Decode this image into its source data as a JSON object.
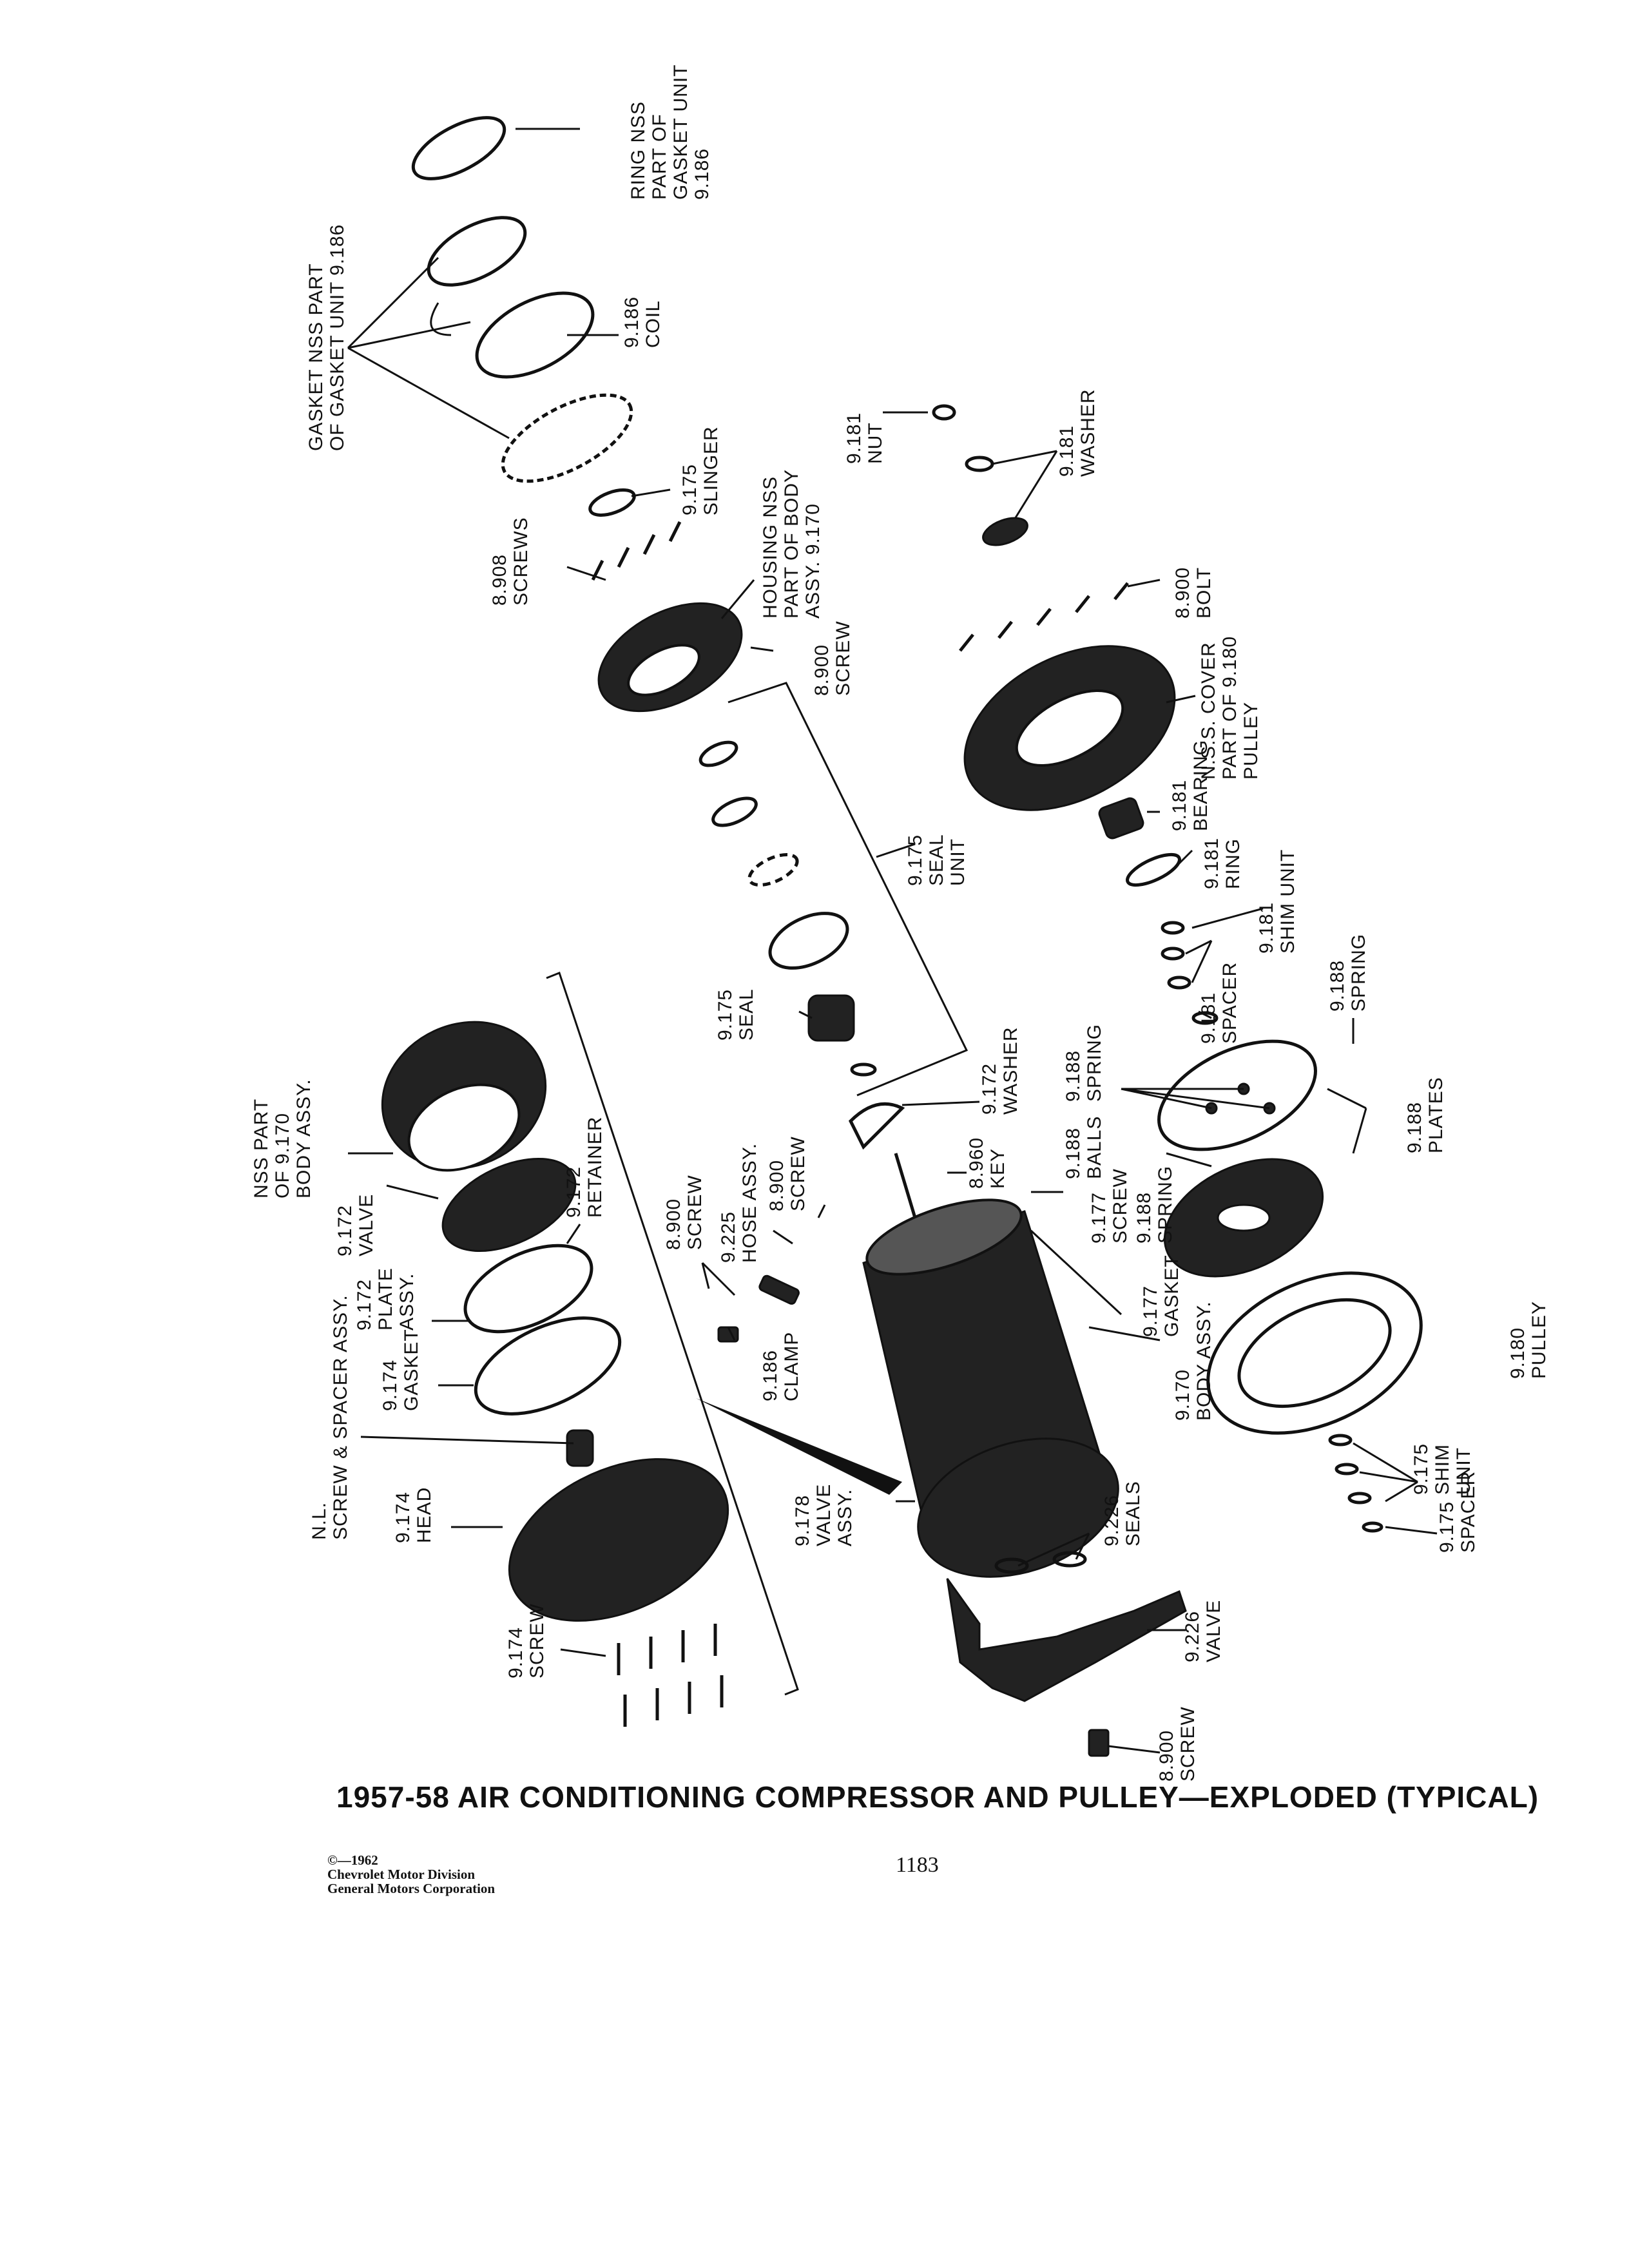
{
  "caption": "1957-58 AIR CONDITIONING COMPRESSOR AND PULLEY—EXPLODED (TYPICAL)",
  "page_number": "1183",
  "copyright": {
    "line1": "©—1962",
    "line2": "Chevrolet Motor Division",
    "line3": "General Motors Corporation"
  },
  "labels": {
    "ring_nss": [
      "RING NSS",
      "PART OF",
      "GASKET UNIT",
      "9.186"
    ],
    "gasket_nss": [
      "GASKET NSS PART",
      "OF GASKET UNIT 9.186"
    ],
    "coil": [
      "9.186",
      "COIL"
    ],
    "slinger": [
      "9.175",
      "SLINGER"
    ],
    "nut": [
      "9.181",
      "NUT"
    ],
    "washer_9181": [
      "9.181",
      "WASHER"
    ],
    "screws_8908": [
      "8.908",
      "SCREWS"
    ],
    "housing": [
      "HOUSING NSS",
      "PART OF BODY",
      "ASSY. 9.170"
    ],
    "bolt": [
      "8.900",
      "BOLT"
    ],
    "screw_8900_top": [
      "8.900",
      "SCREW"
    ],
    "cover": [
      "N.S.S. COVER",
      "PART OF 9.180",
      "PULLEY"
    ],
    "bearing": [
      "9.181",
      "BEARING"
    ],
    "seal_unit": [
      "9.175",
      "SEAL",
      "UNIT"
    ],
    "ring_9181": [
      "9.181",
      "RING"
    ],
    "shim_unit_9181": [
      "9.181",
      "SHIM UNIT"
    ],
    "spring_9188_r": [
      "9.188",
      "SPRING"
    ],
    "spacer_9181": [
      "9.181",
      "SPACER"
    ],
    "seal_9175": [
      "9.175",
      "SEAL"
    ],
    "washer_9172": [
      "9.172",
      "WASHER"
    ],
    "nss_body": [
      "NSS PART",
      "OF 9.170",
      "BODY ASSY."
    ],
    "spring_9188_m": [
      "9.188",
      "SPRING"
    ],
    "plates": [
      "9.188",
      "PLATES"
    ],
    "balls": [
      "9.188",
      "BALLS"
    ],
    "retainer": [
      "9.172",
      "RETAINER"
    ],
    "valve_9172": [
      "9.172",
      "VALVE"
    ],
    "screw_8900_a": [
      "8.900",
      "SCREW"
    ],
    "screw_8900_b": [
      "8.900",
      "SCREW"
    ],
    "key": [
      "8.960",
      "KEY"
    ],
    "hose": [
      "9.225",
      "HOSE ASSY."
    ],
    "screw_9177": [
      "9.177",
      "SCREW"
    ],
    "spring_9188_l": [
      "9.188",
      "SPRING"
    ],
    "plate_assy": [
      "9.172",
      "PLATE",
      "ASSY."
    ],
    "gasket_9177": [
      "9.177",
      "GASKET"
    ],
    "gasket_9174": [
      "9.174",
      "GASKET"
    ],
    "clamp": [
      "9.186",
      "CLAMP"
    ],
    "body_assy": [
      "9.170",
      "BODY ASSY."
    ],
    "pulley": [
      "9.180",
      "PULLEY"
    ],
    "screw_spacer": [
      "N.L.",
      "SCREW & SPACER ASSY."
    ],
    "head": [
      "9.174",
      "HEAD"
    ],
    "valve_9178": [
      "9.178",
      "VALVE",
      "ASSY."
    ],
    "seals_9226": [
      "9.226",
      "SEALS"
    ],
    "shim_unit_9175": [
      "9.175",
      "SHIM",
      "UNIT"
    ],
    "spacer_9175": [
      "9.175",
      "SPACER"
    ],
    "screw_9174": [
      "9.174",
      "SCREW"
    ],
    "valve_9226": [
      "9.226",
      "VALVE"
    ],
    "screw_8900_bot": [
      "8.900",
      "SCREW"
    ]
  }
}
